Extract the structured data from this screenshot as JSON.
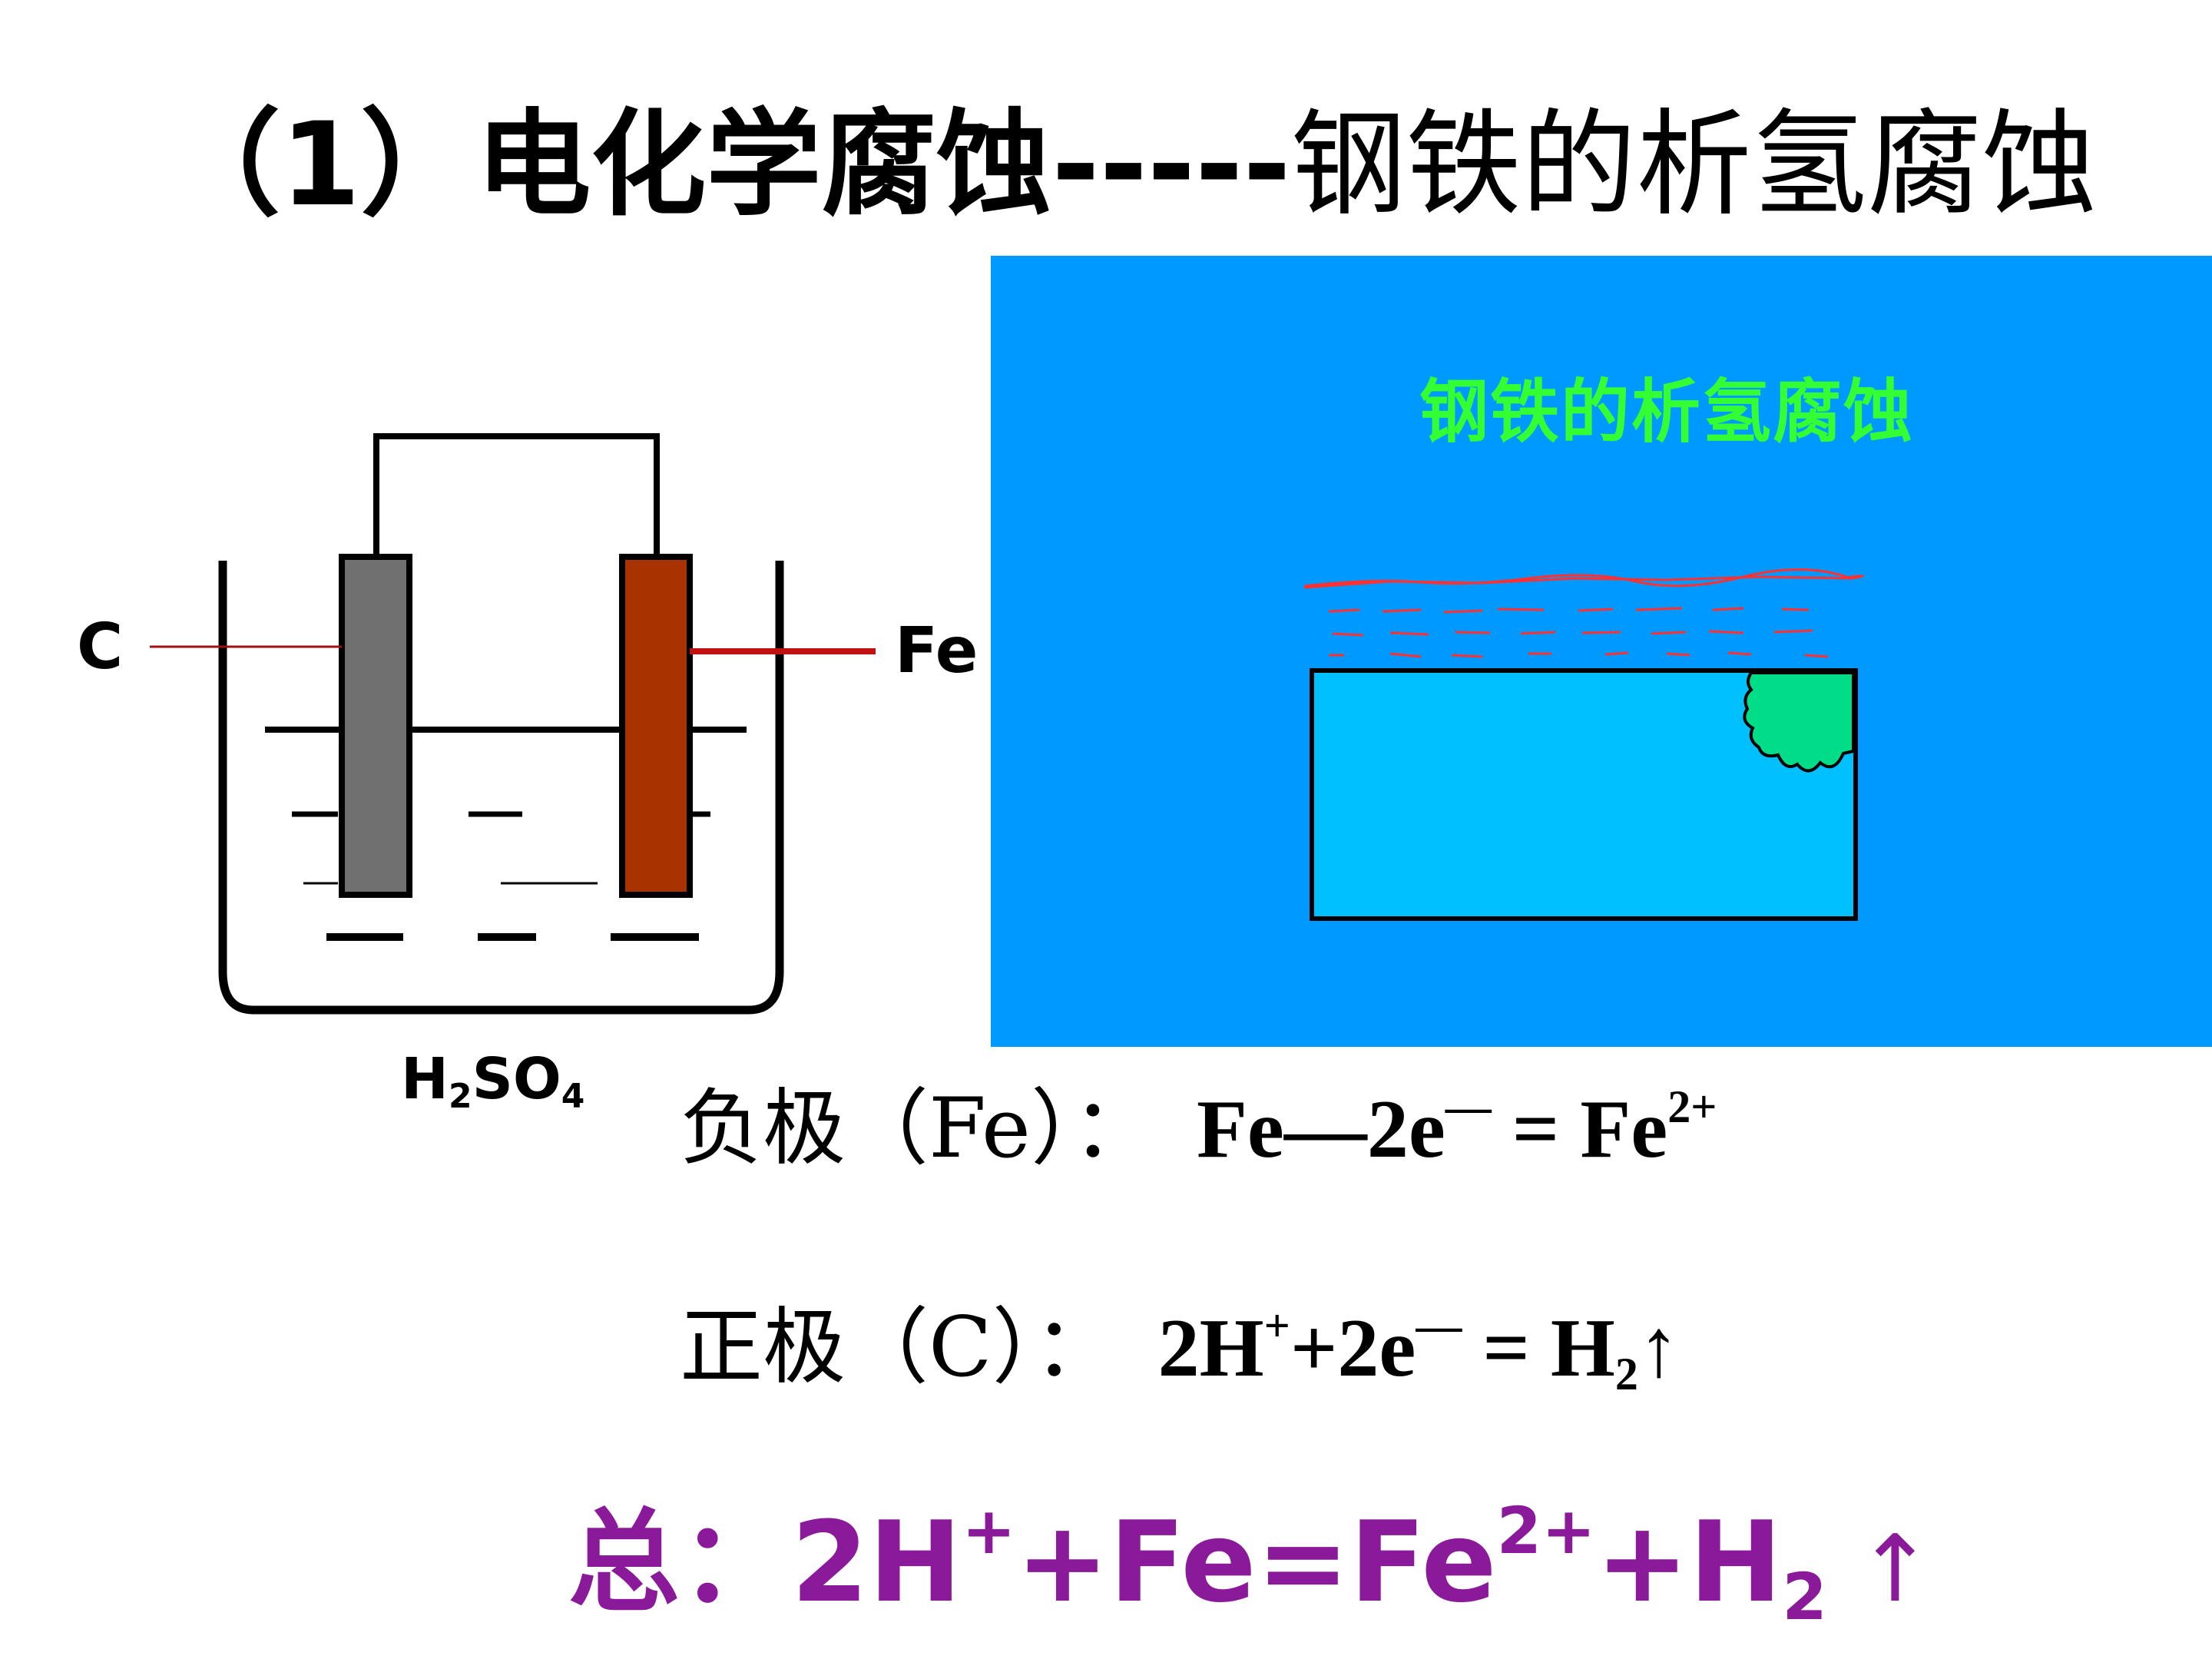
{
  "slide": {
    "title_prefix": "（1）电化学腐蚀",
    "title_dashes": "-----",
    "title_suffix": "钢铁的析氢腐蚀"
  },
  "diagram": {
    "label_c": "C",
    "label_fe": "Fe",
    "electrolyte": {
      "h": "H",
      "h_sub": "2",
      "so": "SO",
      "so_sub": "4"
    },
    "colors": {
      "carbon": "#707070",
      "iron": "#a83200",
      "lead_c": "#a01010",
      "lead_fe": "#c01010"
    }
  },
  "animation": {
    "title": "钢铁的析氢腐蚀",
    "colors": {
      "background": "#0099ff",
      "title": "#33ff33",
      "steel": "#00c0ff",
      "rust": "#00dd88",
      "water_lines": "#ff3030"
    }
  },
  "equations": {
    "negative": {
      "label": "负极（Fe）：",
      "lhs": "Fe—2e",
      "e_sup": "—",
      "eq": " = Fe",
      "fe_sup": "2+"
    },
    "positive": {
      "label": "正极（C）：",
      "a": "2H",
      "h_sup": "+",
      "b": "+2e",
      "e_sup": "—",
      "c": " = H",
      "h2_sub": "2",
      "arrow": "↑"
    },
    "total": {
      "label": "总：",
      "a": "2H",
      "h_sup": "+",
      "b": "+Fe=Fe",
      "fe_sup": "2+",
      "c": "+H",
      "h2_sub": "2",
      "arrow": " ↑"
    }
  }
}
